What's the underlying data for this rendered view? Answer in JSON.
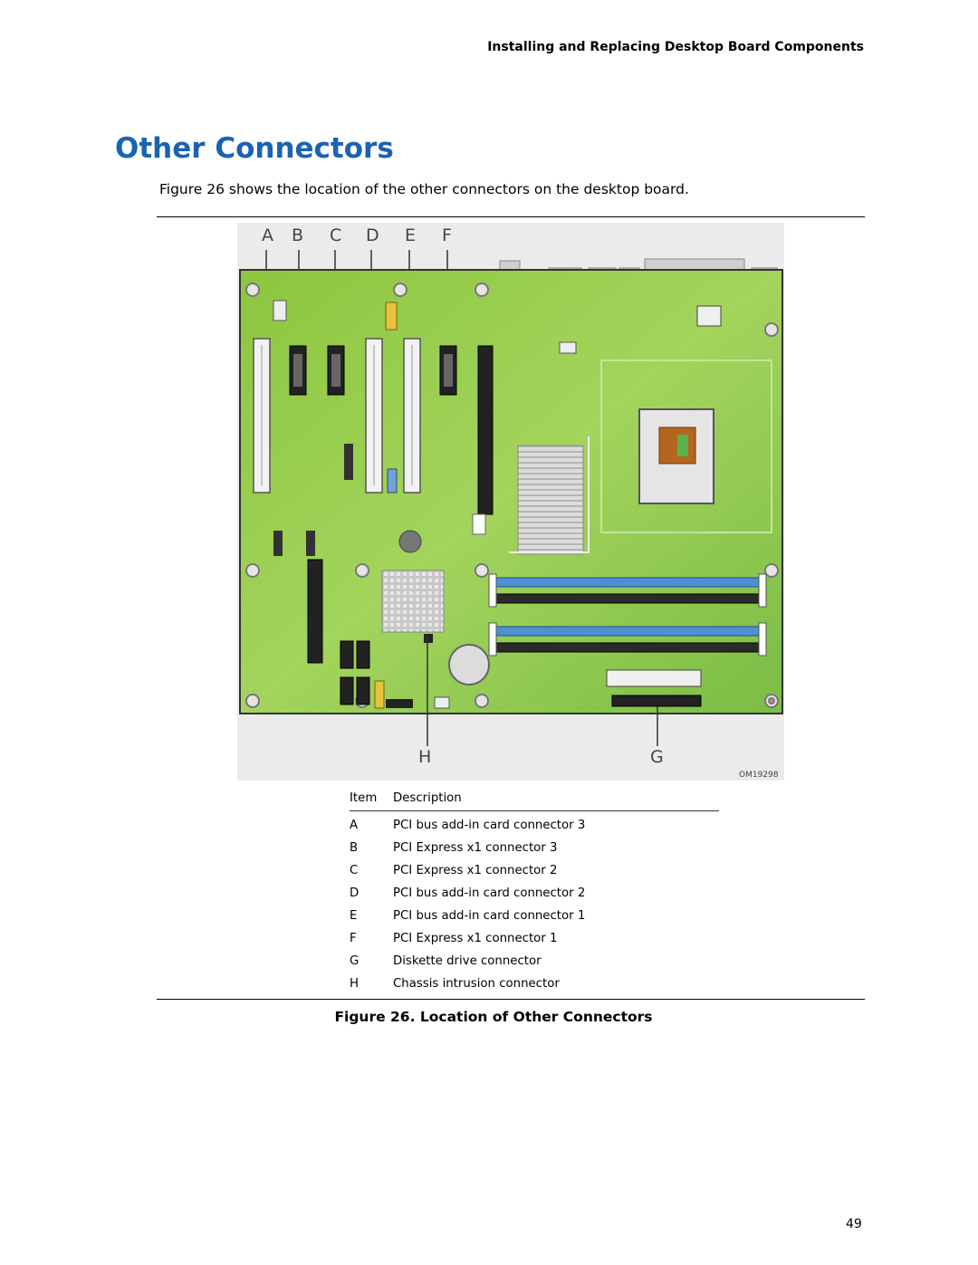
{
  "running_header": "Installing and Replacing Desktop Board Components",
  "page_title": "Other Connectors",
  "intro_text": "Figure 26 shows the location of the other connectors on the desktop board.",
  "figure": {
    "callouts_top": [
      "A",
      "B",
      "C",
      "D",
      "E",
      "F"
    ],
    "callouts_bottom": [
      "H",
      "G"
    ],
    "image_id": "OM19298",
    "colors": {
      "board": "#8cc63f",
      "board_light": "#a9d86a",
      "dimm_blue": "#4f8fd6",
      "dimm_dark": "#2b2b2b",
      "slot_white": "#f2f2f2"
    }
  },
  "legend": {
    "header_item": "Item",
    "header_description": "Description",
    "rows": [
      {
        "item": "A",
        "description": "PCI bus add-in card connector 3"
      },
      {
        "item": "B",
        "description": "PCI Express x1 connector 3"
      },
      {
        "item": "C",
        "description": "PCI Express x1 connector 2"
      },
      {
        "item": "D",
        "description": "PCI bus add-in card connector 2"
      },
      {
        "item": "E",
        "description": "PCI bus add-in card connector 1"
      },
      {
        "item": "F",
        "description": "PCI Express x1 connector 1"
      },
      {
        "item": "G",
        "description": "Diskette drive connector"
      },
      {
        "item": "H",
        "description": "Chassis intrusion connector"
      }
    ]
  },
  "caption": "Figure 26.  Location of Other Connectors",
  "page_number": "49"
}
